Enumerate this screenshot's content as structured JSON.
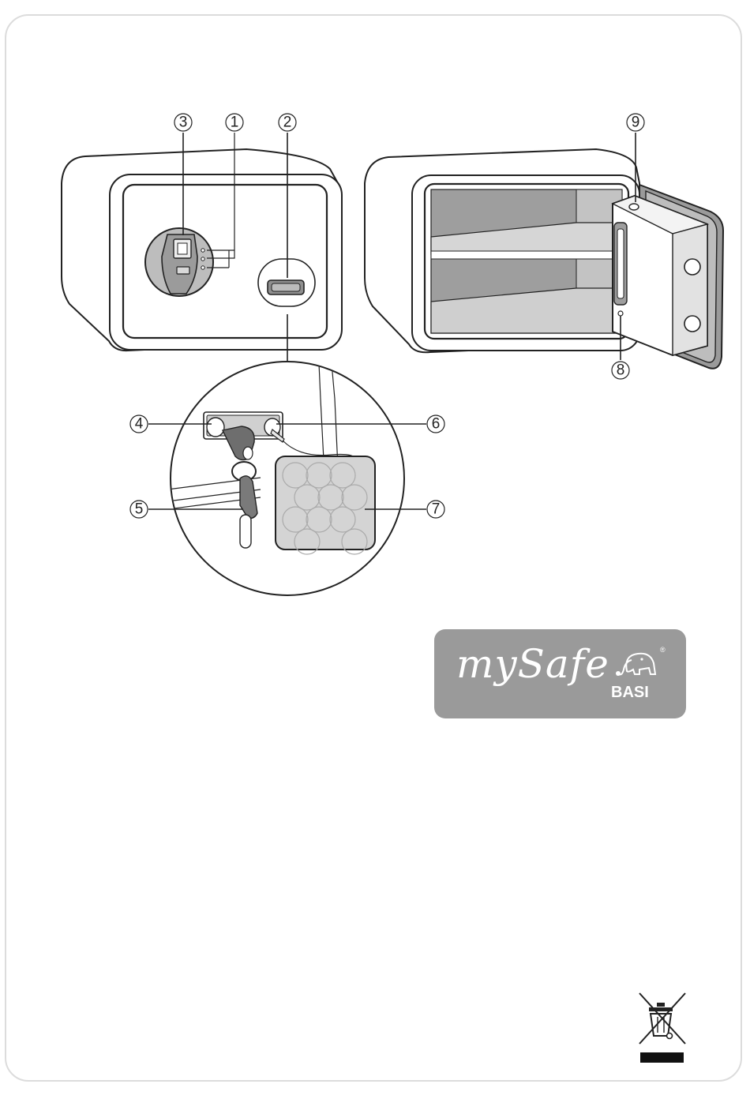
{
  "callouts": [
    {
      "id": "3",
      "label": "③"
    },
    {
      "id": "1",
      "label": "①"
    },
    {
      "id": "2",
      "label": "②"
    },
    {
      "id": "9",
      "label": "⑨"
    },
    {
      "id": "8",
      "label": "⑧"
    },
    {
      "id": "4",
      "label": "④"
    },
    {
      "id": "6",
      "label": "⑥"
    },
    {
      "id": "5",
      "label": "⑤"
    },
    {
      "id": "7",
      "label": "⑦"
    }
  ],
  "logo": {
    "text": "mySafe",
    "brand": "BASI",
    "registered": "®",
    "background_color": "#9a9a9a"
  },
  "icons": {
    "weee": "crossed-out-wheelie-bin-icon"
  }
}
